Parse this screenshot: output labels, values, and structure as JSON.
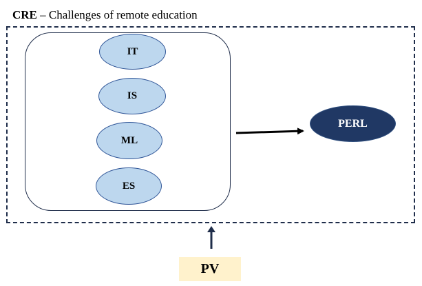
{
  "title": {
    "abbr": "CRE",
    "rest": " – Challenges of remote education"
  },
  "nodes": {
    "it": "IT",
    "is": "IS",
    "ml": "ML",
    "es": "ES",
    "perl": "PERL",
    "pv": "PV"
  },
  "colors": {
    "small_ellipse_fill": "#bdd7ee",
    "small_ellipse_border": "#2f5597",
    "perl_fill": "#203864",
    "pv_fill": "#fff2cc",
    "border_dark": "#1f2d4a"
  }
}
